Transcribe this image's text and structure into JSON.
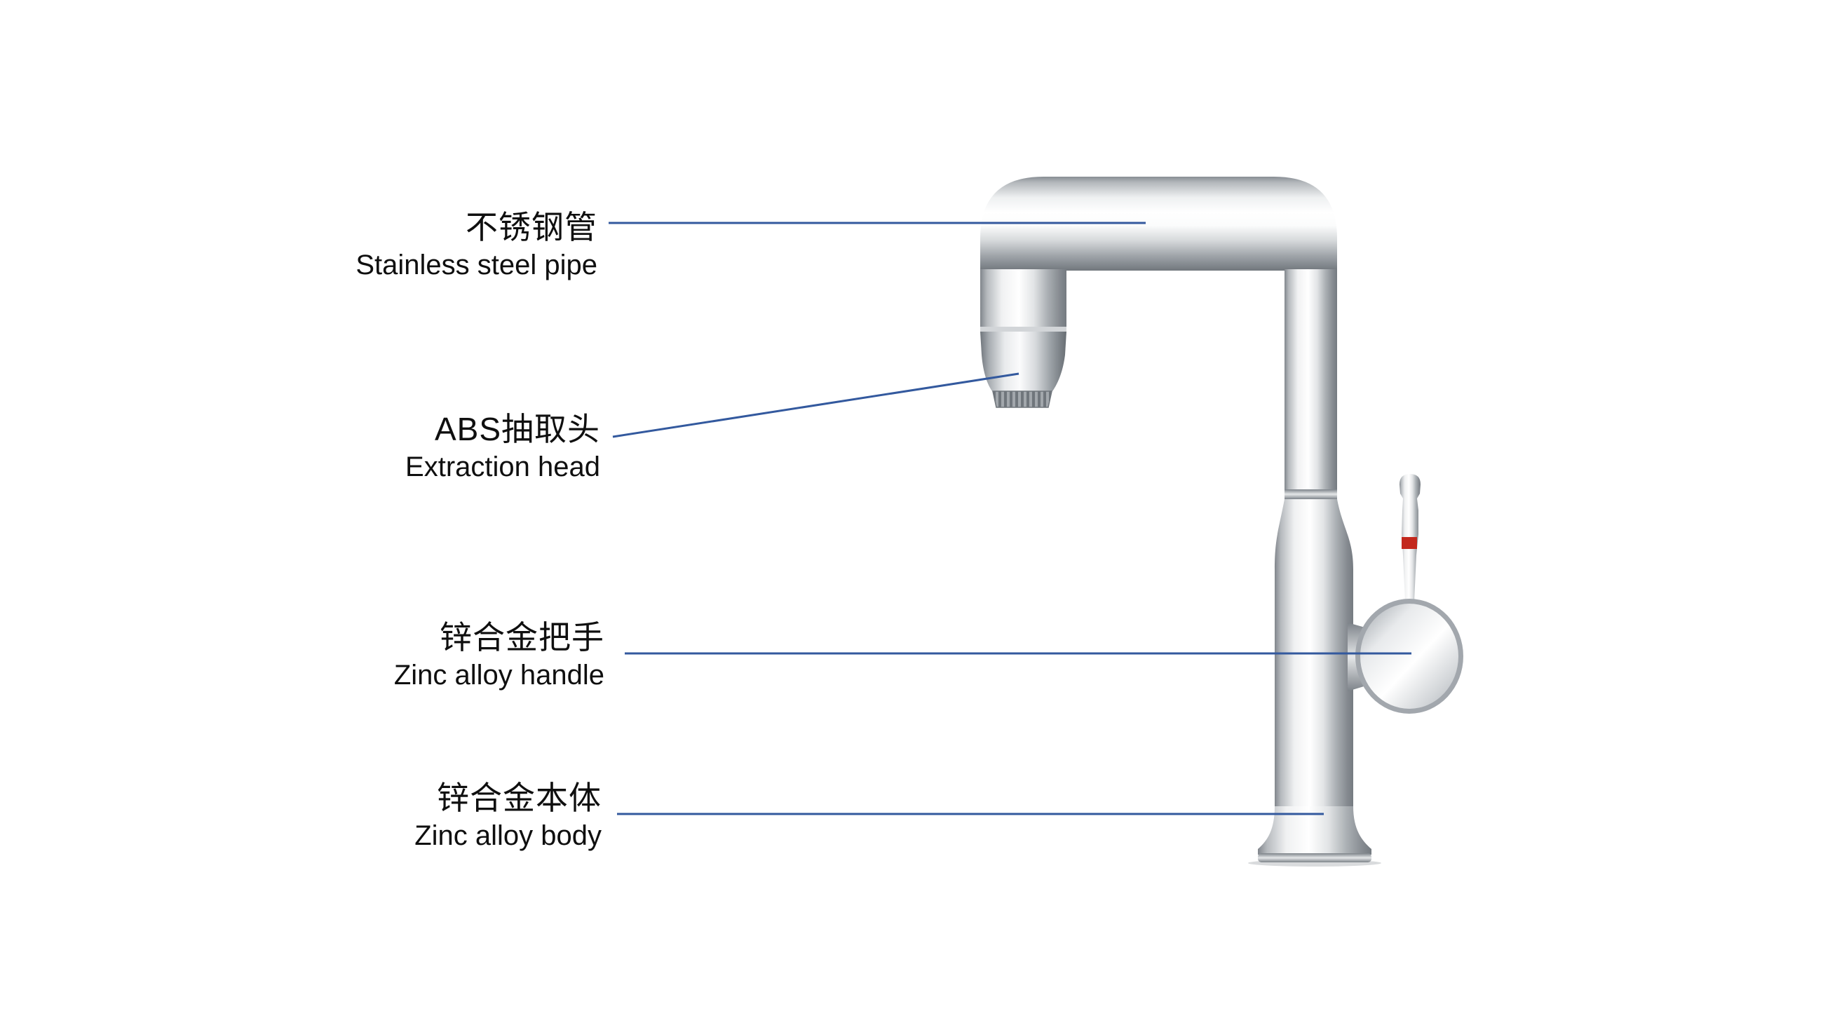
{
  "page": {
    "background": "#ffffff"
  },
  "diagram": {
    "leader_line_color": "#33599e",
    "colors": {
      "chrome_dark": "#7d8389",
      "chrome_mid": "#c9cdd1",
      "chrome_light": "#ffffff",
      "red_indicator": "#c3281d"
    }
  },
  "labels": [
    {
      "id": "stainless-steel-pipe",
      "zh": "不锈钢管",
      "en": "Stainless steel pipe"
    },
    {
      "id": "extraction-head",
      "zh": "ABS抽取头",
      "en": "Extraction head"
    },
    {
      "id": "zinc-alloy-handle",
      "zh": "锌合金把手",
      "en": "Zinc alloy handle"
    },
    {
      "id": "zinc-alloy-body",
      "zh": "锌合金本体",
      "en": "Zinc alloy body"
    }
  ]
}
